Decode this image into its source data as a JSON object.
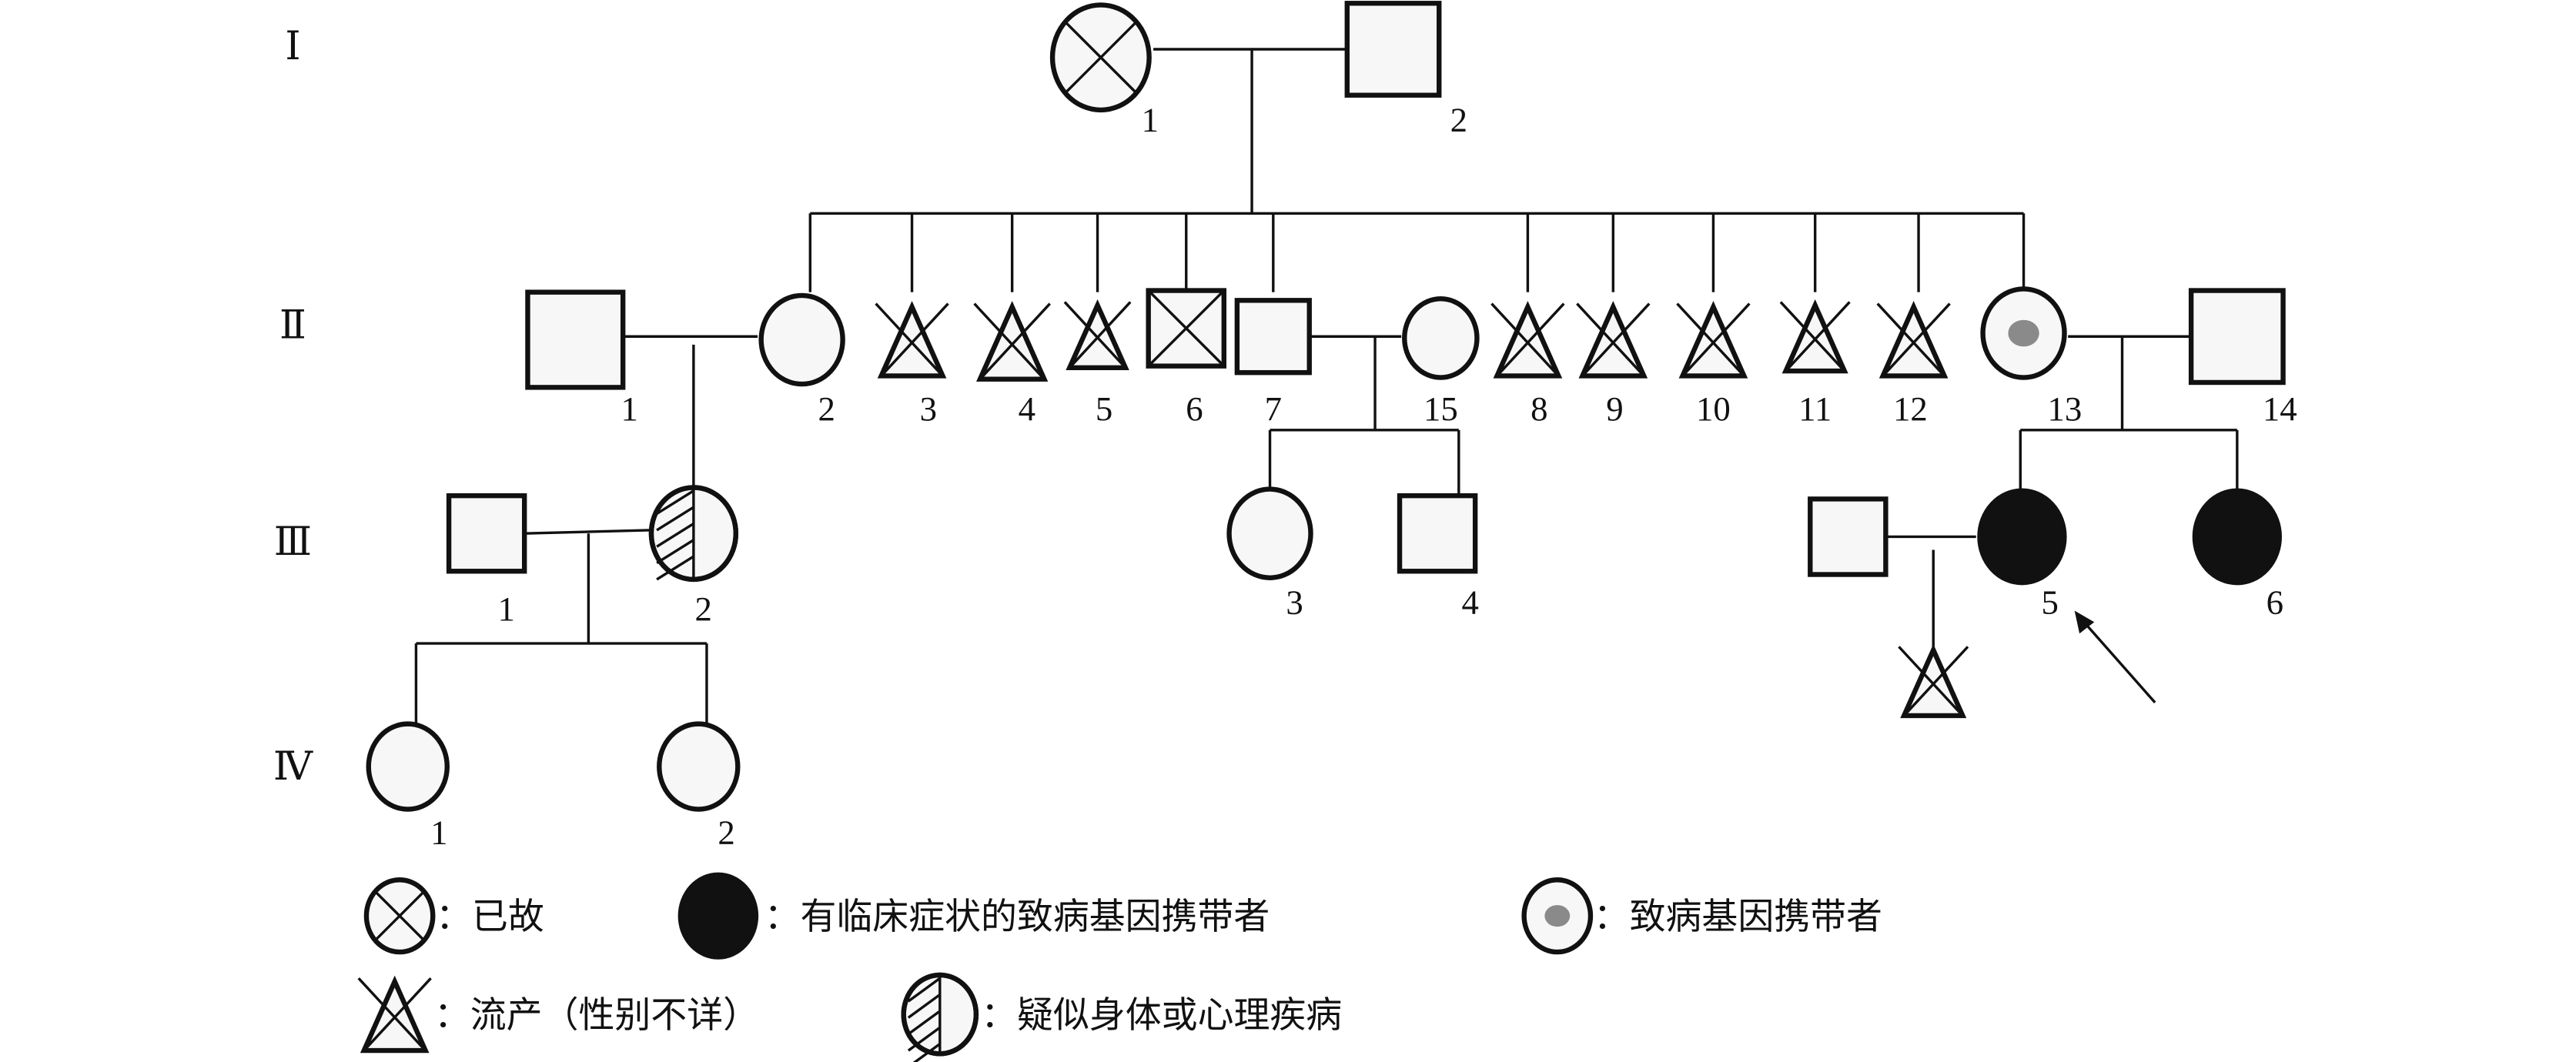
{
  "generations": [
    "Ⅰ",
    "Ⅱ",
    "Ⅲ",
    "Ⅳ"
  ],
  "individuals": {
    "I-1": {
      "label": "1",
      "sex": "female",
      "status": "deceased"
    },
    "I-2": {
      "label": "2",
      "sex": "male",
      "status": "unaffected"
    },
    "II-1": {
      "label": "1",
      "sex": "male",
      "status": "unaffected"
    },
    "II-2": {
      "label": "2",
      "sex": "female",
      "status": "unaffected"
    },
    "II-3": {
      "label": "3",
      "sex": "unknown",
      "status": "miscarriage"
    },
    "II-4": {
      "label": "4",
      "sex": "unknown",
      "status": "miscarriage"
    },
    "II-5": {
      "label": "5",
      "sex": "unknown",
      "status": "miscarriage"
    },
    "II-6": {
      "label": "6",
      "sex": "male",
      "status": "deceased"
    },
    "II-7": {
      "label": "7",
      "sex": "male",
      "status": "unaffected"
    },
    "II-15": {
      "label": "15",
      "sex": "female",
      "status": "unaffected"
    },
    "II-8": {
      "label": "8",
      "sex": "unknown",
      "status": "miscarriage"
    },
    "II-9": {
      "label": "9",
      "sex": "unknown",
      "status": "miscarriage"
    },
    "II-10": {
      "label": "10",
      "sex": "unknown",
      "status": "miscarriage"
    },
    "II-11": {
      "label": "11",
      "sex": "unknown",
      "status": "miscarriage"
    },
    "II-12": {
      "label": "12",
      "sex": "unknown",
      "status": "miscarriage"
    },
    "II-13": {
      "label": "13",
      "sex": "female",
      "status": "carrier"
    },
    "II-14": {
      "label": "14",
      "sex": "male",
      "status": "unaffected"
    },
    "III-1": {
      "label": "1",
      "sex": "male",
      "status": "unaffected"
    },
    "III-2": {
      "label": "2",
      "sex": "female",
      "status": "suspected"
    },
    "III-3": {
      "label": "3",
      "sex": "female",
      "status": "unaffected"
    },
    "III-4": {
      "label": "4",
      "sex": "male",
      "status": "unaffected"
    },
    "III-5": {
      "label": "5",
      "sex": "female",
      "status": "affected",
      "proband": true
    },
    "III-6": {
      "label": "6",
      "sex": "female",
      "status": "affected"
    },
    "III-5-spouse": {
      "label": "",
      "sex": "male",
      "status": "unaffected"
    },
    "III-5-child": {
      "label": "",
      "sex": "unknown",
      "status": "miscarriage"
    },
    "IV-1": {
      "label": "1",
      "sex": "female",
      "status": "unaffected"
    },
    "IV-2": {
      "label": "2",
      "sex": "female",
      "status": "unaffected"
    }
  },
  "legend": [
    {
      "symbol": "deceased",
      "text": "：已故"
    },
    {
      "symbol": "affected",
      "text": "：有临床症状的致病基因携带者"
    },
    {
      "symbol": "carrier",
      "text": "：致病基因携带者"
    },
    {
      "symbol": "miscarriage",
      "text": "：流产（性别不详）"
    },
    {
      "symbol": "suspected",
      "text": "：疑似身体或心理疾病"
    }
  ],
  "colors": {
    "line": "#111111",
    "affected": "#111111",
    "carrier_dot": "#8a8a8a",
    "fill": "#f7f7f7"
  }
}
